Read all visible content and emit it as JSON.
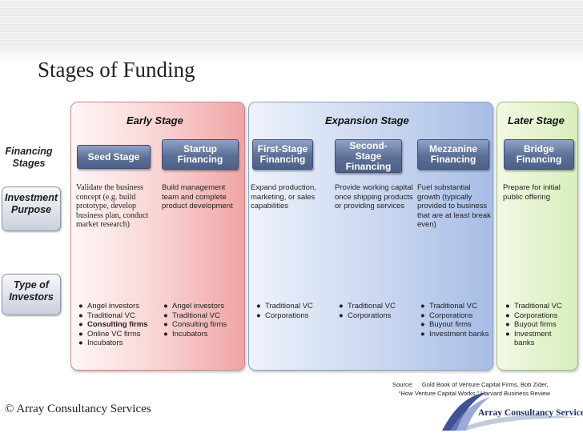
{
  "title": "Stages of Funding",
  "phases": {
    "early": "Early Stage",
    "expansion": "Expansion Stage",
    "later": "Later Stage"
  },
  "row_labels": {
    "financing_stages": "Financing Stages",
    "investment_purpose": "Investment Purpose",
    "type_of_investors": "Type of Investors"
  },
  "stages": [
    {
      "name": "Seed Stage",
      "purpose": "Validate the business concept (e.g. build prototype, develop business plan, conduct market research)",
      "investors": [
        "Angel investors",
        "Traditional VC",
        "Consulting firms",
        "Online VC firms",
        "Incubators"
      ]
    },
    {
      "name": "Startup Financing",
      "purpose": "Build management team and complete product development",
      "investors": [
        "Angel investors",
        "Traditional VC",
        "Consulting firms",
        "Incubators"
      ]
    },
    {
      "name": "First-Stage Financing",
      "purpose": "Expand production, marketing, or sales capabilities",
      "investors": [
        "Traditional VC",
        "Corporations"
      ]
    },
    {
      "name": "Second-Stage Financing",
      "purpose": "Provide working capital once shipping products or providing services",
      "investors": [
        "Traditional VC",
        "Corporations"
      ]
    },
    {
      "name": "Mezzanine Financing",
      "purpose": "Fuel substantial growth (typically provided to business that are at least break even)",
      "investors": [
        "Traditional VC",
        "Corporations",
        "Buyout firms",
        "Investment banks"
      ]
    },
    {
      "name": "Bridge Financing",
      "purpose": "Prepare for initial public offering",
      "investors": [
        "Traditional VC",
        "Corporations",
        "Buyout firms",
        "Investment banks"
      ]
    }
  ],
  "source": {
    "label": "Source:",
    "line1": "Gold Book of Venture Capital Firms, Bob Zider,",
    "line2": "“How Venture Capital Works,” Harvard Business Review"
  },
  "footer": {
    "copyright": "© Array Consultancy Services",
    "logo_text": "Array Consultancy Services"
  },
  "colors": {
    "early_panel": "#f4b9b9",
    "expansion_panel": "#b7c8ea",
    "later_panel": "#dcefc2",
    "stage_box": "#5c6f96"
  }
}
